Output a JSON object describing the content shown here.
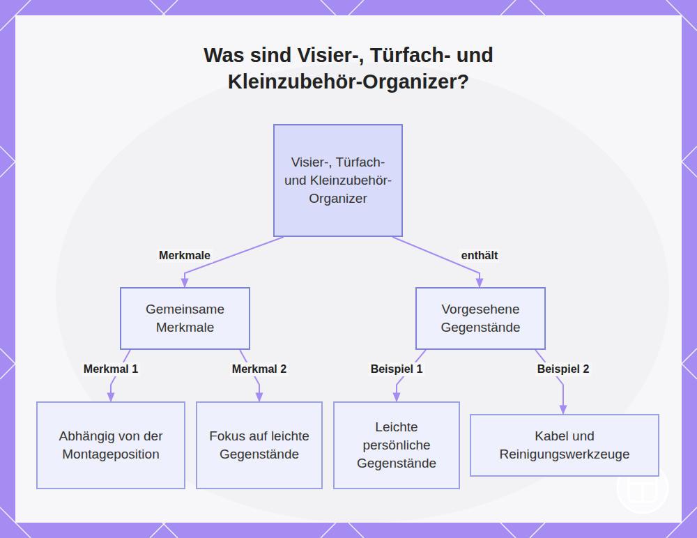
{
  "diagram": {
    "title": "Was sind Visier-, Türfach- und Kleinzubehör-Organizer?",
    "nodes": [
      {
        "text": [
          "Visier-, Türfach- und Kleinzubehör-Organizer"
        ]
      },
      {
        "text": [
          "Gemeinsame Merkmale"
        ]
      },
      {
        "text": [
          "Vorgesehene Gegenstände"
        ]
      },
      {
        "text": [
          "Abhängig von der Montageposition"
        ]
      },
      {
        "text": [
          "Fokus auf leichte Gegenstände"
        ]
      },
      {
        "text": [
          "Leichte persönliche Gegenstände"
        ]
      },
      {
        "text": [
          "Kabel und Reinigungswerkzeuge"
        ]
      }
    ],
    "edges": [
      {
        "from": 0,
        "to": 1,
        "label": "Merkmale",
        "arrow": "to"
      },
      {
        "from": 0,
        "to": 2,
        "label": "enthält",
        "arrow": "to"
      },
      {
        "from": 1,
        "to": 3,
        "label": "Merkmal 1",
        "arrow": "to"
      },
      {
        "from": 1,
        "to": 4,
        "label": "Merkmal 2",
        "arrow": "to"
      },
      {
        "from": 2,
        "to": 5,
        "label": "Beispiel 1",
        "arrow": "to"
      },
      {
        "from": 2,
        "to": 6,
        "label": "Beispiel 2",
        "arrow": "to"
      }
    ]
  }
}
